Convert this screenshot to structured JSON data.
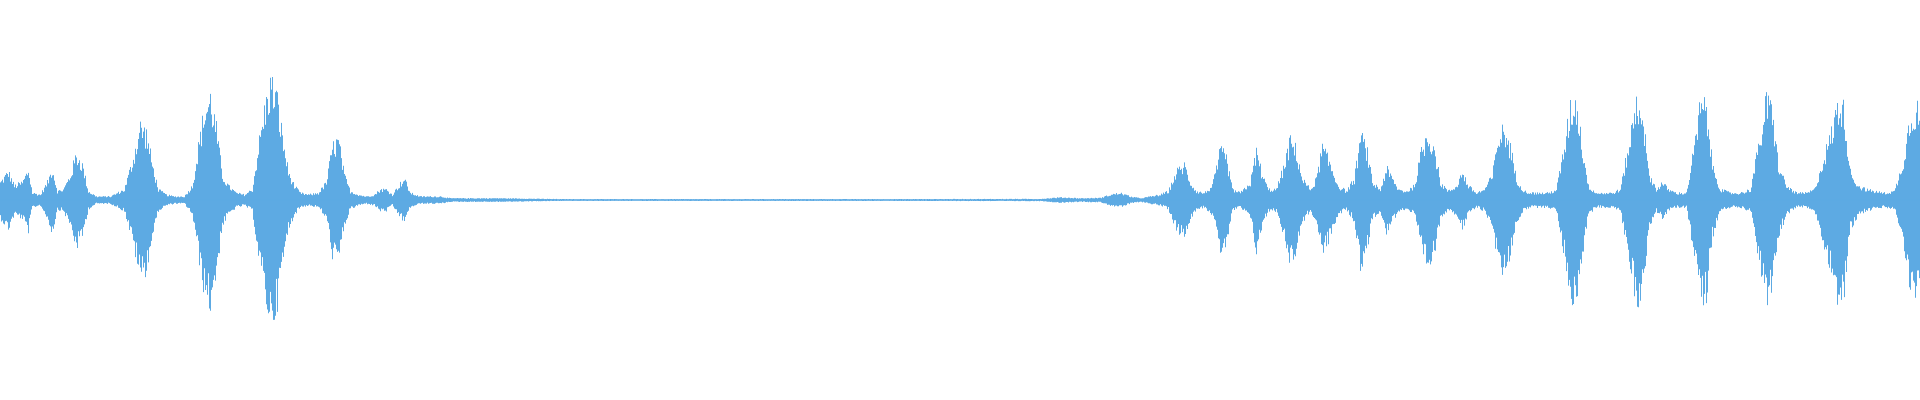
{
  "waveform": {
    "color": "#5DAAE3",
    "background": "#FFFFFF",
    "baseline_fraction": 0.5,
    "envelope": {
      "description_free_values_note": null,
      "points": [
        [
          0,
          0.1
        ],
        [
          8,
          0.16
        ],
        [
          14,
          0.08
        ],
        [
          22,
          0.1
        ],
        [
          28,
          0.17
        ],
        [
          32,
          0.04
        ],
        [
          40,
          0.03
        ],
        [
          47,
          0.1
        ],
        [
          52,
          0.18
        ],
        [
          57,
          0.05
        ],
        [
          63,
          0.06
        ],
        [
          70,
          0.14
        ],
        [
          76,
          0.26
        ],
        [
          82,
          0.2
        ],
        [
          88,
          0.05
        ],
        [
          96,
          0.02
        ],
        [
          110,
          0.02
        ],
        [
          124,
          0.06
        ],
        [
          132,
          0.22
        ],
        [
          140,
          0.42
        ],
        [
          146,
          0.38
        ],
        [
          152,
          0.2
        ],
        [
          158,
          0.06
        ],
        [
          166,
          0.03
        ],
        [
          174,
          0.02
        ],
        [
          184,
          0.02
        ],
        [
          192,
          0.08
        ],
        [
          198,
          0.3
        ],
        [
          204,
          0.5
        ],
        [
          210,
          0.58
        ],
        [
          216,
          0.4
        ],
        [
          222,
          0.14
        ],
        [
          228,
          0.08
        ],
        [
          236,
          0.04
        ],
        [
          244,
          0.03
        ],
        [
          252,
          0.06
        ],
        [
          258,
          0.3
        ],
        [
          264,
          0.5
        ],
        [
          270,
          0.66
        ],
        [
          276,
          0.6
        ],
        [
          282,
          0.36
        ],
        [
          288,
          0.16
        ],
        [
          294,
          0.08
        ],
        [
          300,
          0.04
        ],
        [
          308,
          0.03
        ],
        [
          318,
          0.04
        ],
        [
          326,
          0.1
        ],
        [
          332,
          0.3
        ],
        [
          338,
          0.34
        ],
        [
          344,
          0.14
        ],
        [
          350,
          0.05
        ],
        [
          358,
          0.03
        ],
        [
          366,
          0.02
        ],
        [
          374,
          0.03
        ],
        [
          380,
          0.06
        ],
        [
          386,
          0.06
        ],
        [
          392,
          0.03
        ],
        [
          398,
          0.08
        ],
        [
          404,
          0.12
        ],
        [
          410,
          0.04
        ],
        [
          420,
          0.02
        ],
        [
          432,
          0.02
        ],
        [
          440,
          0.02
        ],
        [
          450,
          0.01
        ],
        [
          470,
          0.01
        ],
        [
          500,
          0.01
        ],
        [
          560,
          0.005
        ],
        [
          700,
          0.005
        ],
        [
          900,
          0.005
        ],
        [
          1040,
          0.006
        ],
        [
          1060,
          0.015
        ],
        [
          1080,
          0.01
        ],
        [
          1100,
          0.012
        ],
        [
          1110,
          0.03
        ],
        [
          1120,
          0.04
        ],
        [
          1130,
          0.02
        ],
        [
          1140,
          0.01
        ],
        [
          1150,
          0.02
        ],
        [
          1160,
          0.03
        ],
        [
          1168,
          0.05
        ],
        [
          1176,
          0.16
        ],
        [
          1184,
          0.2
        ],
        [
          1190,
          0.1
        ],
        [
          1196,
          0.05
        ],
        [
          1204,
          0.04
        ],
        [
          1212,
          0.08
        ],
        [
          1220,
          0.28
        ],
        [
          1226,
          0.24
        ],
        [
          1232,
          0.06
        ],
        [
          1240,
          0.04
        ],
        [
          1250,
          0.1
        ],
        [
          1256,
          0.28
        ],
        [
          1262,
          0.14
        ],
        [
          1268,
          0.06
        ],
        [
          1276,
          0.06
        ],
        [
          1284,
          0.2
        ],
        [
          1290,
          0.34
        ],
        [
          1296,
          0.28
        ],
        [
          1302,
          0.12
        ],
        [
          1310,
          0.06
        ],
        [
          1316,
          0.12
        ],
        [
          1322,
          0.3
        ],
        [
          1330,
          0.2
        ],
        [
          1338,
          0.08
        ],
        [
          1346,
          0.05
        ],
        [
          1354,
          0.12
        ],
        [
          1360,
          0.36
        ],
        [
          1366,
          0.3
        ],
        [
          1372,
          0.1
        ],
        [
          1380,
          0.06
        ],
        [
          1386,
          0.18
        ],
        [
          1392,
          0.12
        ],
        [
          1398,
          0.06
        ],
        [
          1406,
          0.05
        ],
        [
          1414,
          0.08
        ],
        [
          1422,
          0.3
        ],
        [
          1428,
          0.38
        ],
        [
          1434,
          0.3
        ],
        [
          1440,
          0.1
        ],
        [
          1448,
          0.05
        ],
        [
          1456,
          0.08
        ],
        [
          1462,
          0.16
        ],
        [
          1468,
          0.08
        ],
        [
          1476,
          0.04
        ],
        [
          1484,
          0.06
        ],
        [
          1492,
          0.14
        ],
        [
          1498,
          0.36
        ],
        [
          1504,
          0.4
        ],
        [
          1510,
          0.3
        ],
        [
          1516,
          0.12
        ],
        [
          1524,
          0.05
        ],
        [
          1532,
          0.04
        ],
        [
          1540,
          0.04
        ],
        [
          1548,
          0.04
        ],
        [
          1556,
          0.06
        ],
        [
          1564,
          0.3
        ],
        [
          1570,
          0.52
        ],
        [
          1576,
          0.56
        ],
        [
          1582,
          0.3
        ],
        [
          1588,
          0.08
        ],
        [
          1596,
          0.04
        ],
        [
          1604,
          0.04
        ],
        [
          1612,
          0.04
        ],
        [
          1620,
          0.06
        ],
        [
          1630,
          0.36
        ],
        [
          1636,
          0.56
        ],
        [
          1642,
          0.52
        ],
        [
          1648,
          0.16
        ],
        [
          1656,
          0.06
        ],
        [
          1662,
          0.1
        ],
        [
          1668,
          0.06
        ],
        [
          1676,
          0.04
        ],
        [
          1686,
          0.04
        ],
        [
          1694,
          0.3
        ],
        [
          1700,
          0.54
        ],
        [
          1706,
          0.52
        ],
        [
          1712,
          0.2
        ],
        [
          1720,
          0.06
        ],
        [
          1730,
          0.04
        ],
        [
          1740,
          0.04
        ],
        [
          1750,
          0.06
        ],
        [
          1760,
          0.36
        ],
        [
          1766,
          0.56
        ],
        [
          1772,
          0.5
        ],
        [
          1778,
          0.2
        ],
        [
          1786,
          0.08
        ],
        [
          1796,
          0.04
        ],
        [
          1806,
          0.04
        ],
        [
          1814,
          0.06
        ],
        [
          1832,
          0.4
        ],
        [
          1838,
          0.56
        ],
        [
          1844,
          0.5
        ],
        [
          1850,
          0.16
        ],
        [
          1858,
          0.08
        ],
        [
          1866,
          0.06
        ],
        [
          1874,
          0.05
        ],
        [
          1884,
          0.04
        ],
        [
          1894,
          0.05
        ],
        [
          1902,
          0.2
        ],
        [
          1910,
          0.48
        ],
        [
          1916,
          0.54
        ],
        [
          1920,
          0.44
        ]
      ]
    }
  }
}
